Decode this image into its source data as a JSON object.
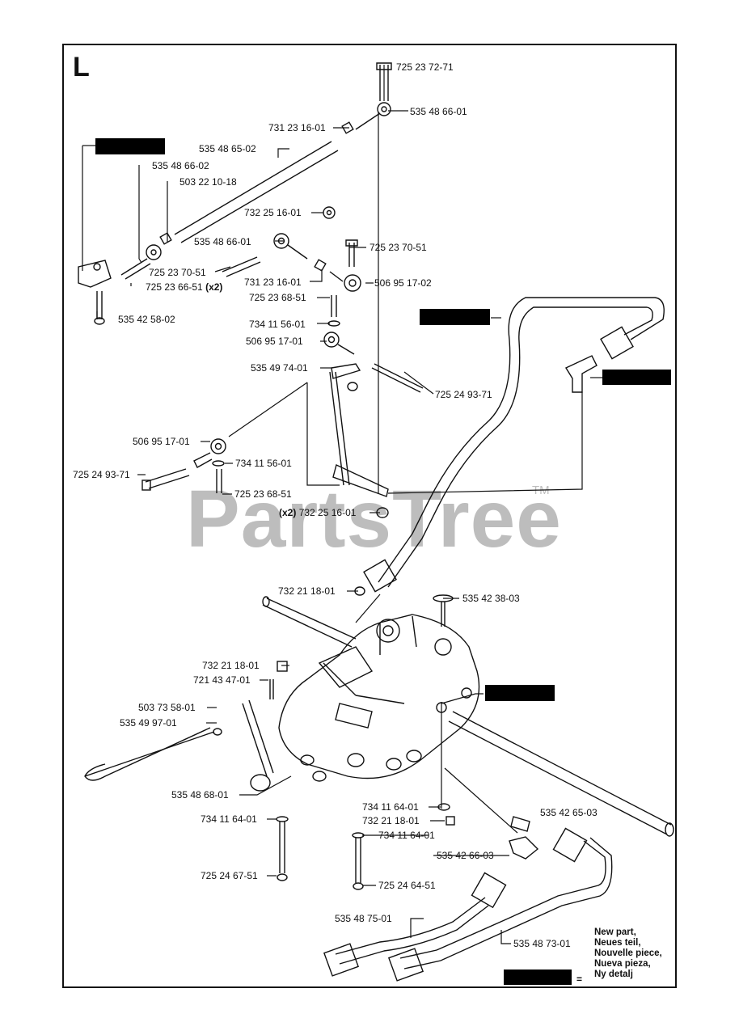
{
  "section_letter": "L",
  "watermark": "PartsTree",
  "trademark": "TM",
  "labels": [
    {
      "id": "p01",
      "text": "725 23 72-71"
    },
    {
      "id": "p02",
      "text": "535 48 66-01"
    },
    {
      "id": "p03",
      "text": "731 23 16-01"
    },
    {
      "id": "p04",
      "text": "535 48 65-02"
    },
    {
      "id": "p05",
      "text": "535 48 66-02"
    },
    {
      "id": "p06",
      "text": "503 22 10-18"
    },
    {
      "id": "p07",
      "text": "732 25 16-01"
    },
    {
      "id": "p08",
      "text": "535 48 66-01"
    },
    {
      "id": "p09",
      "text": "725 23 70-51"
    },
    {
      "id": "p10",
      "text": "725 23 70-51"
    },
    {
      "id": "p11",
      "text": "725 23 66-51"
    },
    {
      "id": "p12",
      "text": "731 23 16-01"
    },
    {
      "id": "p13",
      "text": "506 95 17-02"
    },
    {
      "id": "p14",
      "text": "725 23 68-51"
    },
    {
      "id": "p15",
      "text": "535 42 58-02"
    },
    {
      "id": "p16",
      "text": "734 11 56-01"
    },
    {
      "id": "p17",
      "text": "506 95 17-01"
    },
    {
      "id": "p18",
      "text": "535 49 74-01"
    },
    {
      "id": "p19",
      "text": "725 24 93-71"
    },
    {
      "id": "p20",
      "text": "506 95 17-01"
    },
    {
      "id": "p21",
      "text": "734 11 56-01"
    },
    {
      "id": "p22",
      "text": "725 24 93-71"
    },
    {
      "id": "p23",
      "text": "725 23 68-51"
    },
    {
      "id": "p24",
      "text": "732 25 16-01"
    },
    {
      "id": "p25",
      "text": "732 21 18-01"
    },
    {
      "id": "p26",
      "text": "535 42 38-03"
    },
    {
      "id": "p27",
      "text": "732 21 18-01"
    },
    {
      "id": "p28",
      "text": "721 43 47-01"
    },
    {
      "id": "p29",
      "text": "503 73 58-01"
    },
    {
      "id": "p30",
      "text": "535 49 97-01"
    },
    {
      "id": "p31",
      "text": "535 48 68-01"
    },
    {
      "id": "p32",
      "text": "734 11 64-01"
    },
    {
      "id": "p33",
      "text": "732 21 18-01"
    },
    {
      "id": "p34",
      "text": "535 42 65-03"
    },
    {
      "id": "p35",
      "text": "734 11 64-01"
    },
    {
      "id": "p36",
      "text": "734 11 64-01"
    },
    {
      "id": "p37",
      "text": "535 42 66-03"
    },
    {
      "id": "p38",
      "text": "725 24 67-51"
    },
    {
      "id": "p39",
      "text": "725 24 64-51"
    },
    {
      "id": "p40",
      "text": "535 48 75-01"
    },
    {
      "id": "p41",
      "text": "535 48 73-01"
    }
  ],
  "qty_marks": {
    "x2_a": "(x2)",
    "x2_b": "(x2)"
  },
  "legend": {
    "lines": [
      "New part,",
      "Neues teil,",
      "Nouvelle piece,",
      "Nueva pieza,",
      "Ny detalj"
    ],
    "equals": "="
  }
}
